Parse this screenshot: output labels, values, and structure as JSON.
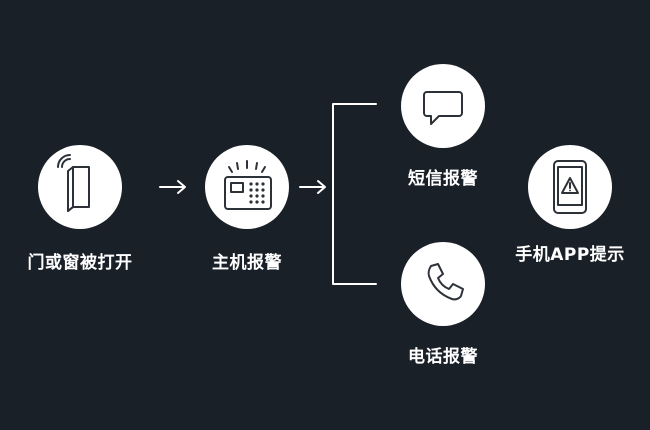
{
  "nodes": {
    "door": {
      "label": "门或窗被打开",
      "icon": "door-sensor-icon"
    },
    "host": {
      "label": "主机报警",
      "icon": "alarm-host-icon"
    },
    "sms": {
      "label": "短信报警",
      "icon": "message-icon"
    },
    "phone": {
      "label": "电话报警",
      "icon": "phone-icon"
    },
    "app": {
      "label": "手机APP提示",
      "icon": "mobile-alert-icon"
    }
  },
  "colors": {
    "background": "#1a2028",
    "node_fill": "#ffffff",
    "icon_stroke": "#2d3138",
    "text": "#ffffff",
    "connector": "#ffffff"
  }
}
